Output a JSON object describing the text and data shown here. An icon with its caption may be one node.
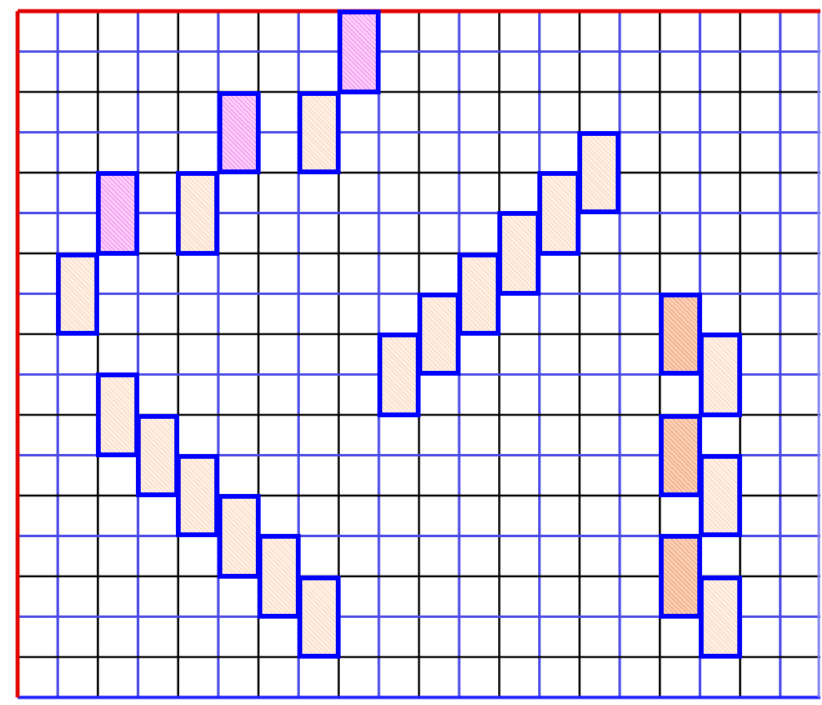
{
  "diagram": {
    "nodes": [
      {
        "text": [],
        "shape": "bar"
      },
      {
        "text": [],
        "shape": "bar"
      },
      {
        "text": [],
        "shape": "bar"
      },
      {
        "text": [],
        "shape": "bar"
      },
      {
        "text": [],
        "shape": "bar"
      },
      {
        "text": [],
        "shape": "bar"
      },
      {
        "text": [],
        "shape": "bar"
      },
      {
        "text": [],
        "shape": "bar"
      },
      {
        "text": [],
        "shape": "bar"
      },
      {
        "text": [],
        "shape": "bar"
      },
      {
        "text": [],
        "shape": "bar"
      },
      {
        "text": [],
        "shape": "bar"
      },
      {
        "text": [],
        "shape": "bar"
      },
      {
        "text": [],
        "shape": "bar"
      },
      {
        "text": [],
        "shape": "bar"
      },
      {
        "text": [],
        "shape": "bar"
      },
      {
        "text": [],
        "shape": "bar"
      },
      {
        "text": [],
        "shape": "bar"
      },
      {
        "text": [],
        "shape": "bar"
      },
      {
        "text": [],
        "shape": "bar"
      },
      {
        "text": [],
        "shape": "bar"
      },
      {
        "text": [],
        "shape": "bar"
      },
      {
        "text": [],
        "shape": "bar"
      },
      {
        "text": [],
        "shape": "bar"
      }
    ]
  }
}
